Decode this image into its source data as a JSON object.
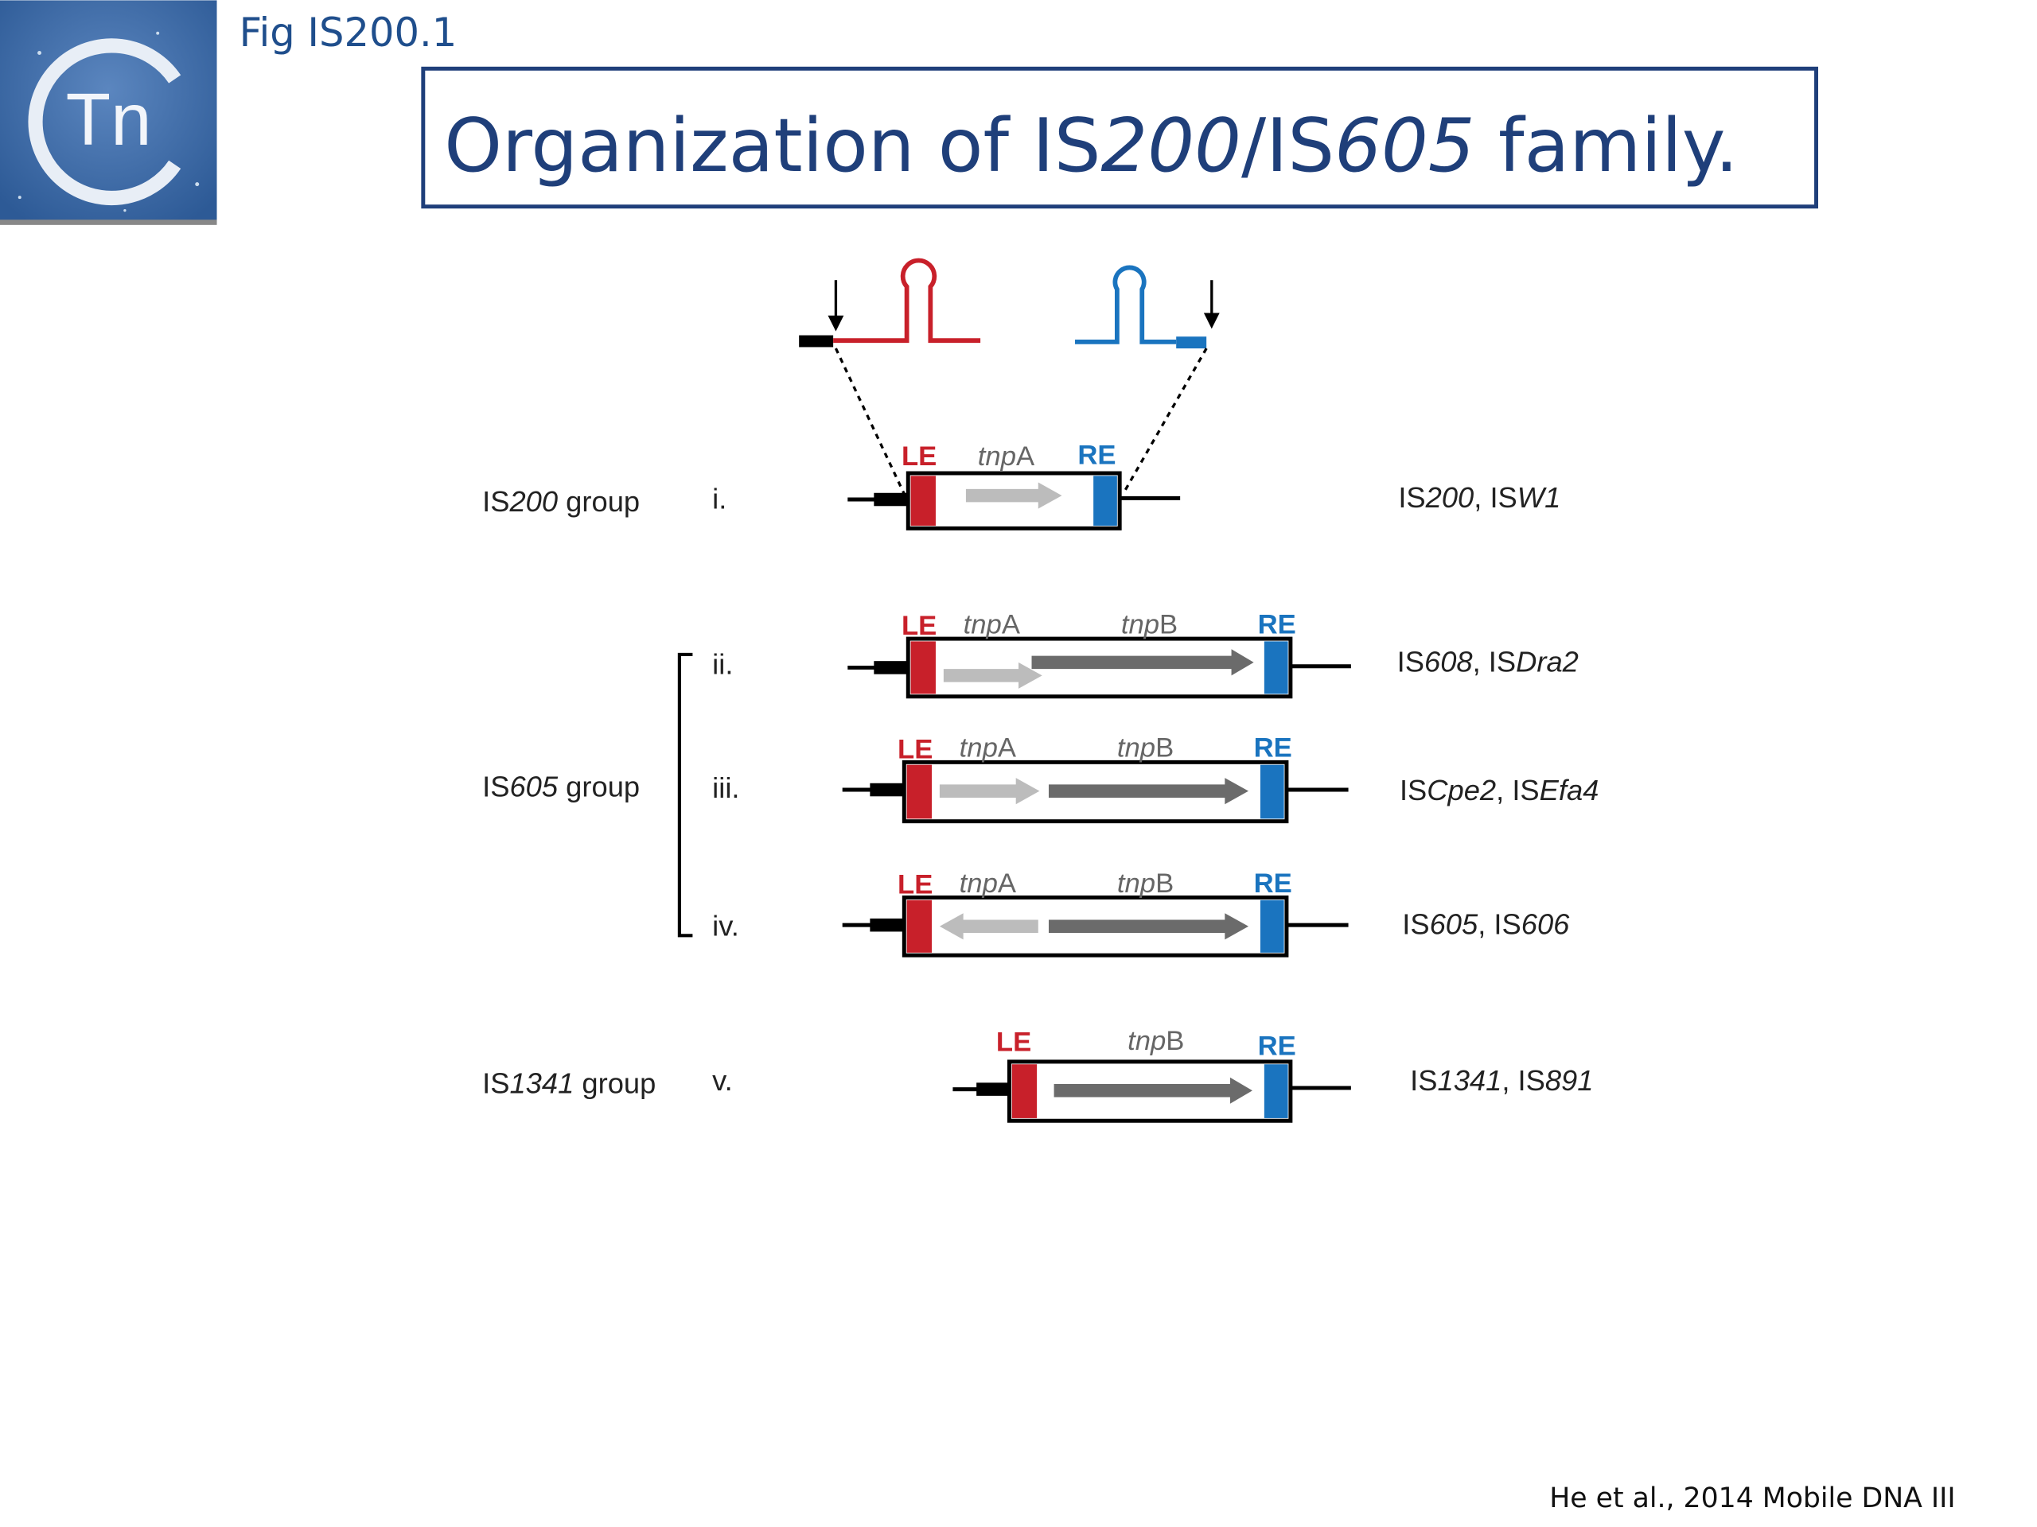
{
  "header": {
    "fig_label": "Fig IS200.1",
    "logo_text": "Tn",
    "title": {
      "p1": "Organization of IS",
      "p2": "200",
      "p3": "/IS",
      "p4": "605",
      "p5": " family."
    }
  },
  "diagram": {
    "le": "LE",
    "re": "RE",
    "tnpA": "tnp",
    "tnpA_suffix": "A",
    "tnpB": "tnp",
    "tnpB_suffix": "B",
    "groups": {
      "is200": {
        "pre": "IS",
        "num": "200",
        "post": " group"
      },
      "is605": {
        "pre": "IS",
        "num": "605",
        "post": " group"
      },
      "is1341": {
        "pre": "IS",
        "num": "1341",
        "post": " group"
      }
    },
    "rows": [
      {
        "numeral": "i.",
        "examples": [
          {
            "pre": "IS",
            "it": "200"
          },
          {
            "pre": ", IS",
            "it": "W1"
          }
        ]
      },
      {
        "numeral": "ii.",
        "examples": [
          {
            "pre": "IS",
            "it": "608"
          },
          {
            "pre": ", IS",
            "it": "Dra2"
          }
        ]
      },
      {
        "numeral": "iii.",
        "examples": [
          {
            "pre": "IS",
            "it": "Cpe2"
          },
          {
            "pre": ", IS",
            "it": "Efa4"
          }
        ]
      },
      {
        "numeral": "iv.",
        "examples": [
          {
            "pre": "IS",
            "it": "605"
          },
          {
            "pre": ", IS",
            "it": "606"
          }
        ]
      },
      {
        "numeral": "v.",
        "examples": [
          {
            "pre": "IS",
            "it": "1341"
          },
          {
            "pre": ", IS",
            "it": "891"
          }
        ]
      }
    ],
    "colors": {
      "le": "#c8202a",
      "re": "#1a74bf",
      "tnpA": "#bcbcbc",
      "tnpB": "#6b6b6b",
      "title": "#1f3f7a"
    }
  },
  "citation": "He et al., 2014 Mobile DNA III"
}
